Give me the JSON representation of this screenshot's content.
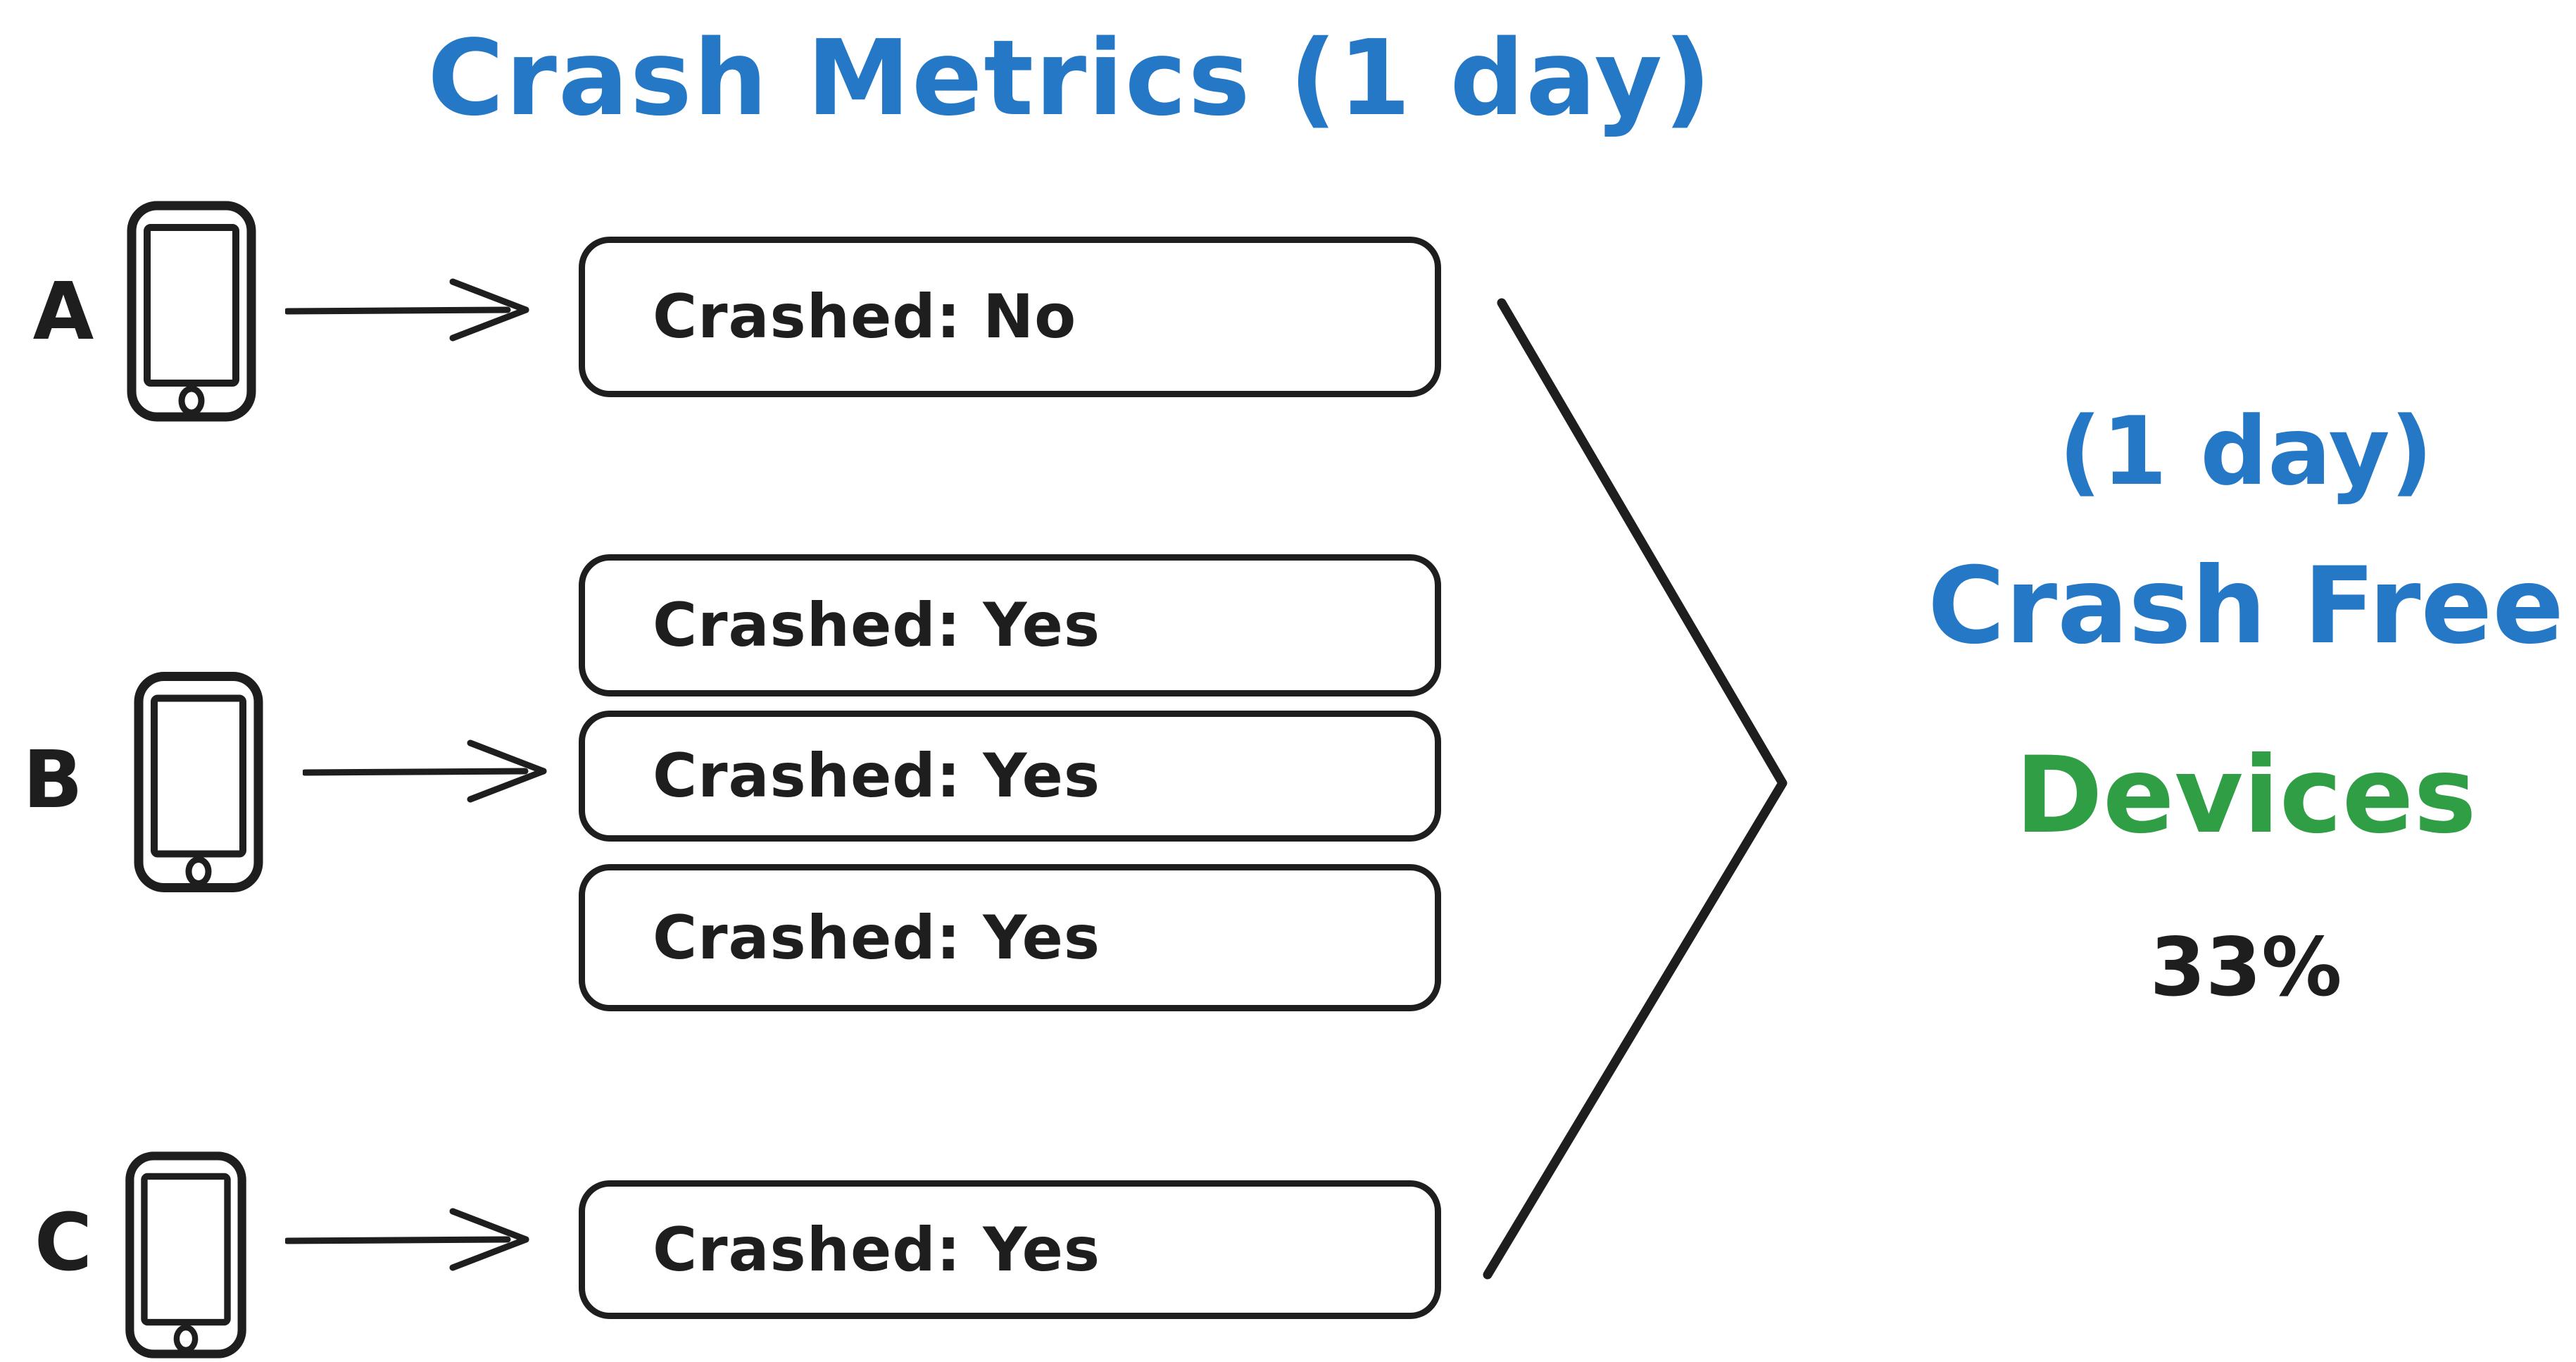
{
  "title": "Crash Metrics (1 day)",
  "colors": {
    "blue": "#2478c6",
    "green": "#2f9e44",
    "ink": "#1e1e1e"
  },
  "icons": {
    "phone": "phone-icon",
    "arrow": "arrow-right-icon",
    "merge": "merge-chevron-icon"
  },
  "devices": [
    {
      "label": "A",
      "events": [
        {
          "text": "Crashed: No"
        }
      ]
    },
    {
      "label": "B",
      "events": [
        {
          "text": "Crashed: Yes"
        },
        {
          "text": "Crashed: Yes"
        },
        {
          "text": "Crashed: Yes"
        }
      ]
    },
    {
      "label": "C",
      "events": [
        {
          "text": "Crashed: Yes"
        }
      ]
    }
  ],
  "result": {
    "line1": "(1 day)",
    "line2": "Crash Free",
    "line3": "Devices",
    "value": "33%"
  }
}
